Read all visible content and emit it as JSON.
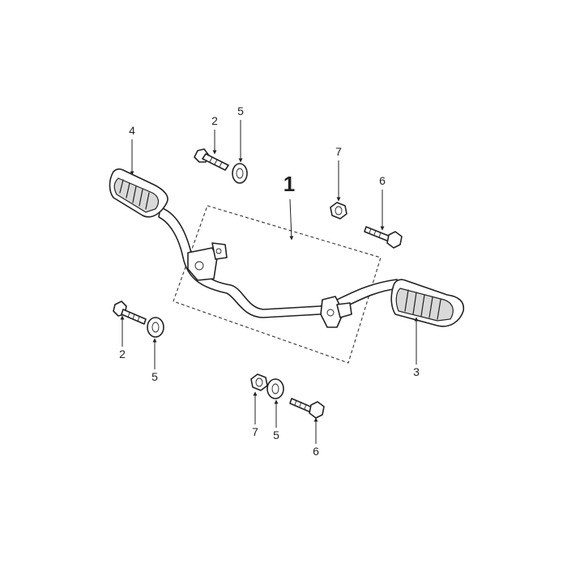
{
  "diagram": {
    "callouts": {
      "assembly": "1",
      "bolt_top_left": "2",
      "washer_top_left": "5",
      "footpeg_left": "4",
      "nut_top_right": "7",
      "bolt_top_right": "6",
      "bolt_bottom_left": "2",
      "washer_bottom_left": "5",
      "footpeg_right": "3",
      "nut_bottom": "7",
      "washer_bottom": "5",
      "bolt_bottom": "6"
    },
    "colors": {
      "line": "#222222",
      "background": "#ffffff",
      "grip_fill": "#d9d9d9"
    }
  }
}
